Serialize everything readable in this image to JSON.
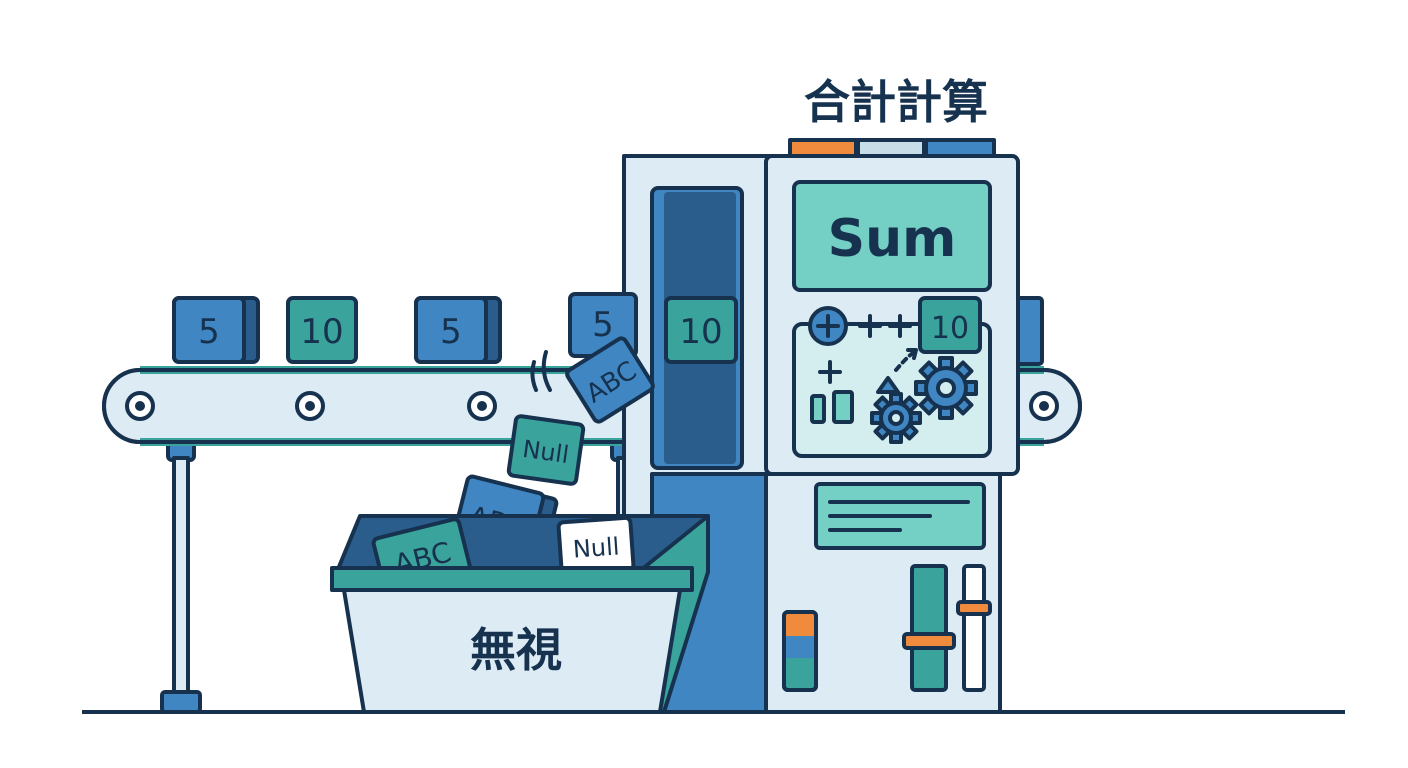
{
  "diagram": {
    "machine_title": "合計計算",
    "screen_label": "Sum",
    "bin_label": "無視",
    "conveyor_blocks": [
      "5",
      "10",
      "5",
      "5",
      "10"
    ],
    "panel_block": "10",
    "falling_blocks": [
      "ABC",
      "Null",
      "ABC"
    ],
    "bin_blocks": [
      "ABC",
      "Null"
    ],
    "colors": {
      "ink": "#16324f",
      "blue": "#3f86c2",
      "teal": "#3aa39b",
      "light_teal": "#74cfc4",
      "pale": "#dcebf4",
      "orange": "#f08a3c",
      "dark_blue": "#2b5d8c"
    }
  }
}
